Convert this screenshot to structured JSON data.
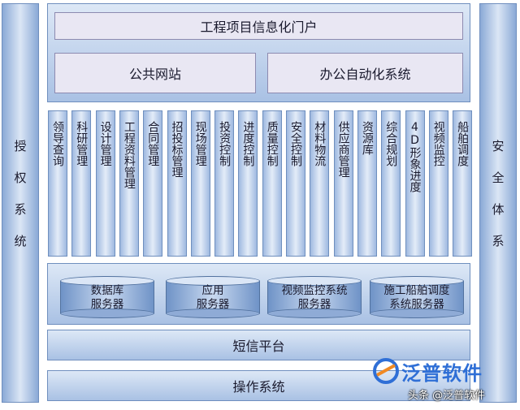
{
  "portal_title": "工程项目信息化门户",
  "public_site": "公共网站",
  "office_system": "办公自动化系统",
  "left_side": "授权系统",
  "right_side": "安全体系",
  "modules": [
    "领导查询",
    "科研管理",
    "设计管理",
    "工程资料管理",
    "合同管理",
    "招投标管理",
    "现场管理",
    "投资控制",
    "进度控制",
    "质量控制",
    "安全控制",
    "材料物流",
    "供应商管理",
    "资源库",
    "综合规划",
    "4D形象进度",
    "视频监控",
    "船舶调度"
  ],
  "servers": [
    "数据库\n服务器",
    "应用\n服务器",
    "视频监控系统\n服务器",
    "施工船舶调度\n系统服务器"
  ],
  "sms_platform": "短信平台",
  "os_layer": "操作系统",
  "watermark_brand": "泛普软件",
  "watermark_caption": "头条 @泛普软件"
}
